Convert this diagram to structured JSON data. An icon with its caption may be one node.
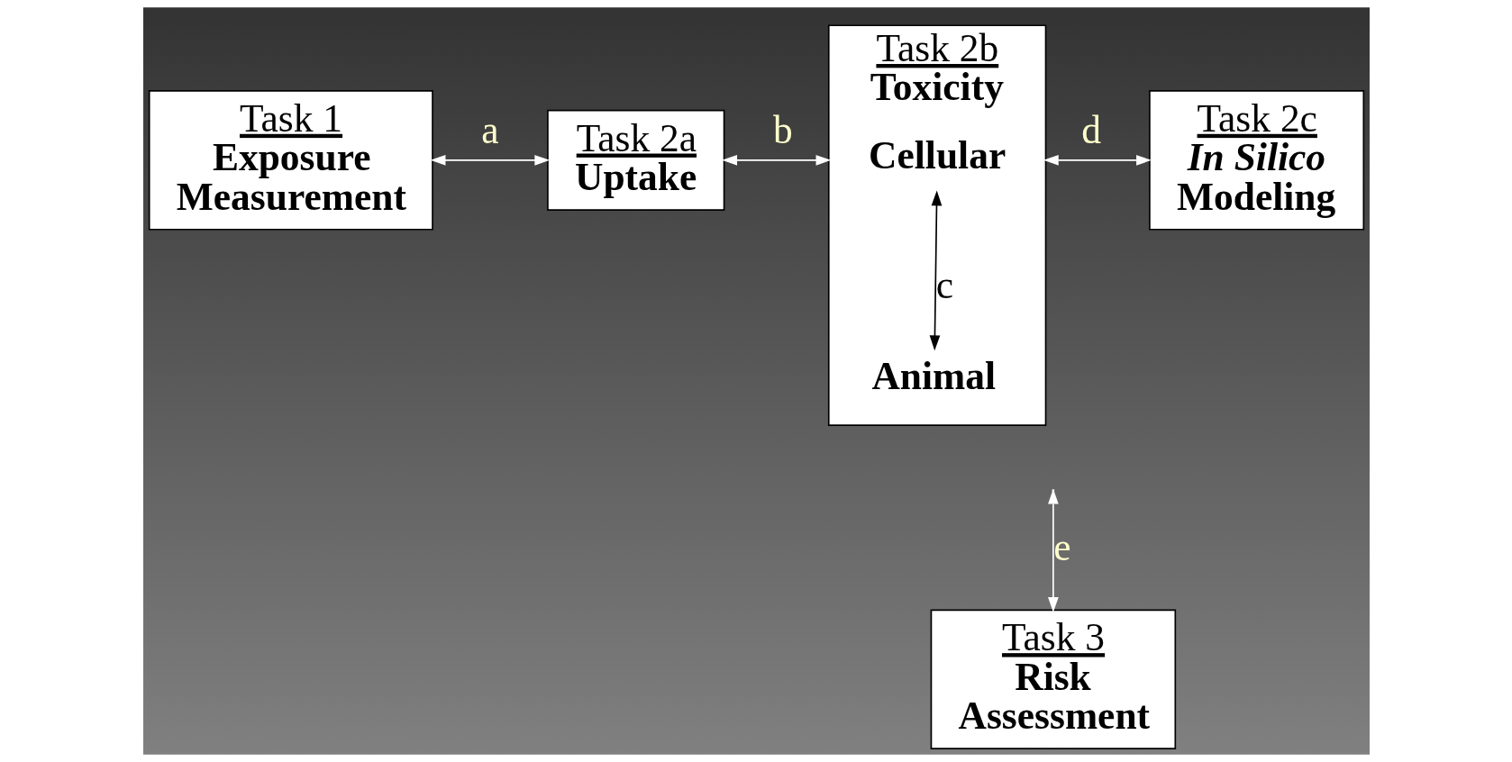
{
  "diagram": {
    "nodes": [
      {
        "text": [
          "Task 1",
          "Exposure Measurement"
        ]
      },
      {
        "text": [
          "Task 2a",
          "Uptake"
        ]
      },
      {
        "text": [
          "Task 2b",
          "Toxicity"
        ]
      },
      {
        "text": [
          "Cellular"
        ],
        "in": 2
      },
      {
        "text": [
          "Animal"
        ],
        "in": 2
      },
      {
        "text": [
          "Task 2c",
          "*In Silico* Modeling"
        ]
      },
      {
        "text": [
          "Task 3",
          "Risk Assessment"
        ]
      }
    ],
    "edges": [
      {
        "from": 0,
        "to": 1,
        "arrow": "both",
        "label": "a"
      },
      {
        "from": 1,
        "to": 2,
        "arrow": "both",
        "label": "b"
      },
      {
        "from": 3,
        "to": 4,
        "arrow": "both",
        "label": "c",
        "color": "#000000"
      },
      {
        "from": 2,
        "to": 5,
        "arrow": "both",
        "label": "d"
      },
      {
        "from": null,
        "to": 6,
        "arrow": "both",
        "label": "e"
      }
    ]
  }
}
